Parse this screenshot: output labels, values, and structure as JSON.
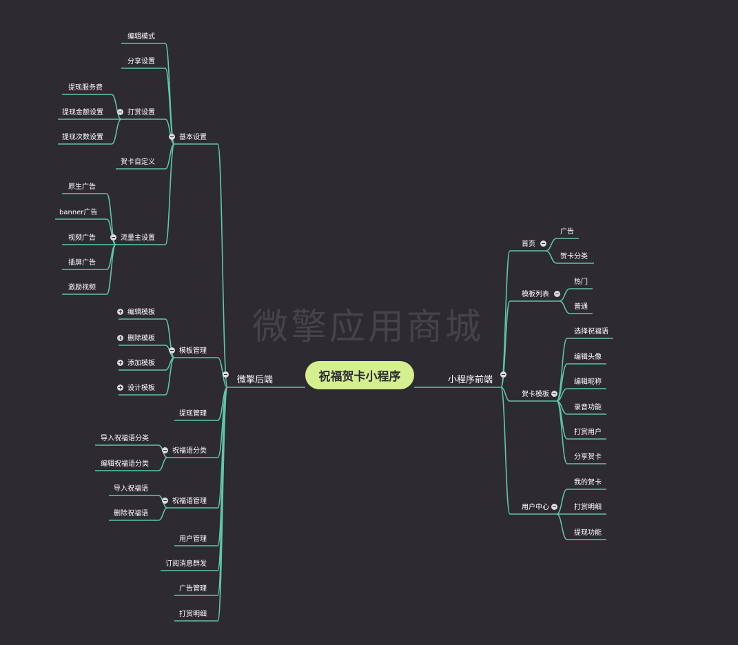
{
  "watermark": "微擎应用商城",
  "root": "祝福贺卡小程序",
  "colors": {
    "background": "#2d2a31",
    "line": "#5ec7a8",
    "root_fill": "#d4ef8e"
  },
  "left": {
    "label": "微擎后端",
    "children": [
      {
        "label": "基本设置",
        "children": [
          {
            "label": "编辑模式"
          },
          {
            "label": "分享设置"
          },
          {
            "label": "打赏设置",
            "children": [
              {
                "label": "提现服务费"
              },
              {
                "label": "提现金额设置"
              },
              {
                "label": "提现次数设置"
              }
            ]
          },
          {
            "label": "贺卡自定义"
          },
          {
            "label": "流量主设置",
            "children": [
              {
                "label": "原生广告"
              },
              {
                "label": "banner广告"
              },
              {
                "label": "视频广告"
              },
              {
                "label": "插屏广告"
              },
              {
                "label": "激励视频"
              }
            ]
          }
        ]
      },
      {
        "label": "模板管理",
        "children": [
          {
            "label": "编辑模板",
            "collapsed": true
          },
          {
            "label": "删除模板",
            "collapsed": true
          },
          {
            "label": "添加模板",
            "collapsed": true
          },
          {
            "label": "设计模板",
            "collapsed": true
          }
        ]
      },
      {
        "label": "提现管理"
      },
      {
        "label": "祝福语分类",
        "children": [
          {
            "label": "导入祝福语分类"
          },
          {
            "label": "编辑祝福语分类"
          }
        ]
      },
      {
        "label": "祝福语管理",
        "children": [
          {
            "label": "导入祝福语"
          },
          {
            "label": "删除祝福语"
          }
        ]
      },
      {
        "label": "用户管理"
      },
      {
        "label": "订阅消息群发"
      },
      {
        "label": "广告管理"
      },
      {
        "label": "打赏明细"
      }
    ]
  },
  "right": {
    "label": "小程序前端",
    "children": [
      {
        "label": "首页",
        "children": [
          {
            "label": "广告"
          },
          {
            "label": "贺卡分类"
          }
        ]
      },
      {
        "label": "模板列表",
        "children": [
          {
            "label": "热门"
          },
          {
            "label": "普通"
          }
        ]
      },
      {
        "label": "贺卡模板",
        "children": [
          {
            "label": "选择祝福语"
          },
          {
            "label": "编辑头像"
          },
          {
            "label": "编辑昵称"
          },
          {
            "label": "录音功能"
          },
          {
            "label": "打赏用户"
          },
          {
            "label": "分享贺卡"
          }
        ]
      },
      {
        "label": "用户中心",
        "children": [
          {
            "label": "我的贺卡"
          },
          {
            "label": "打赏明细"
          },
          {
            "label": "提现功能"
          }
        ]
      }
    ]
  }
}
